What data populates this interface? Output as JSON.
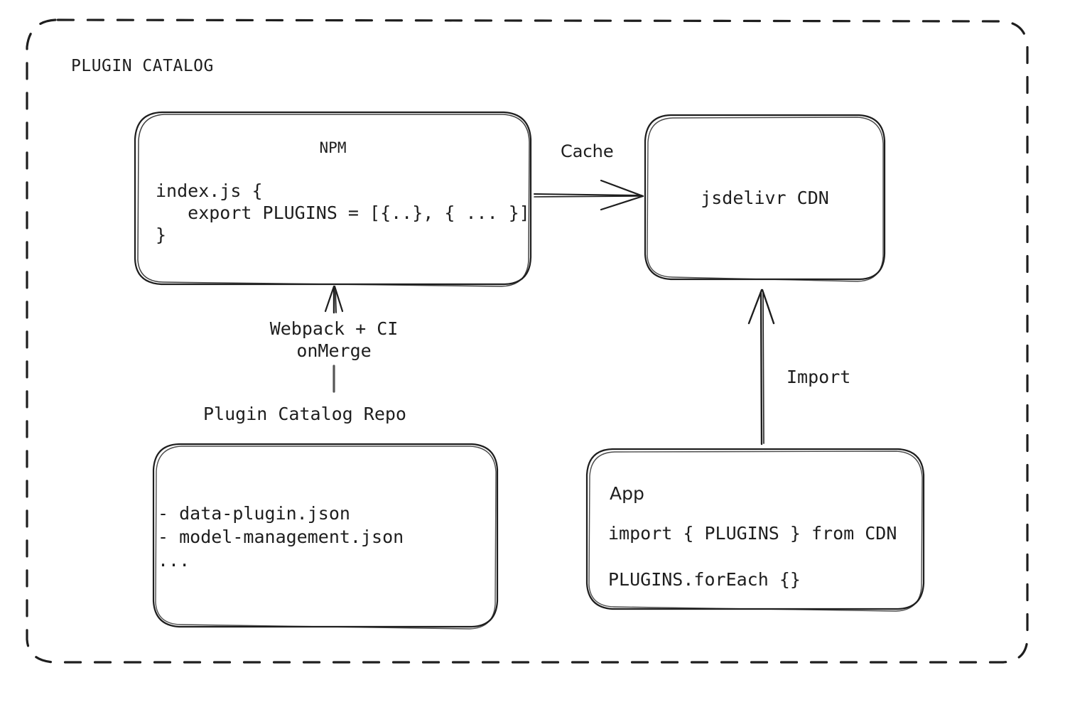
{
  "group": {
    "title": "PLUGIN CATALOG",
    "border_style": "dashed",
    "border_color": "#1e1e1e"
  },
  "nodes": {
    "npm": {
      "title": "NPM",
      "code_lines": [
        "index.js {",
        "   export PLUGINS = [{..}, { ... }]",
        "}"
      ]
    },
    "cdn": {
      "label": "jsdelivr CDN"
    },
    "repo": {
      "caption": "Plugin Catalog Repo",
      "file_lines": [
        "- data-plugin.json",
        "- model-management.json",
        "..."
      ]
    },
    "app": {
      "title": "App",
      "code_lines": [
        "import { PLUGINS } from CDN",
        "PLUGINS.forEach {}"
      ]
    }
  },
  "edges": {
    "cache": {
      "label": "Cache",
      "from": "npm",
      "to": "cdn"
    },
    "build": {
      "label_line_1": "Webpack + CI",
      "label_line_2": "onMerge",
      "from": "repo",
      "to": "npm"
    },
    "import": {
      "label": "Import",
      "from": "app",
      "to": "cdn"
    }
  }
}
